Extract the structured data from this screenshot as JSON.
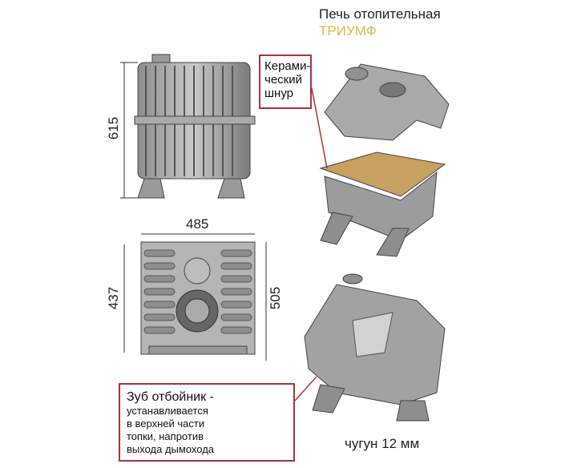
{
  "title": {
    "line1": "Печь отопительная",
    "line2": "ТРИУМФ",
    "accent_color": "#e0b649"
  },
  "dimensions": {
    "height": "615",
    "width": "485",
    "depth": "437",
    "depth_total": "505"
  },
  "callouts": {
    "cord": {
      "lines": [
        "Керами-",
        "ческий",
        "шнур"
      ]
    },
    "tooth": {
      "heading": "Зуб отбойник -",
      "lines": [
        "устанавливается",
        "в верхней части",
        "топки, напротив",
        "выхода дымохода"
      ]
    },
    "border_color": "#a8343f"
  },
  "material_note": "чугун 12 мм"
}
